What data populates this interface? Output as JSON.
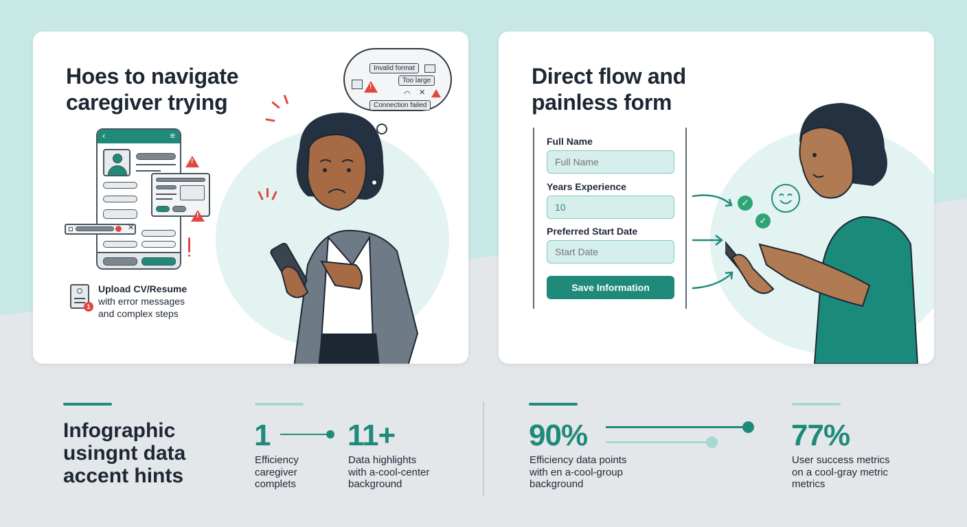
{
  "colors": {
    "accent_teal": "#1f8a7a",
    "accent_light": "#a6d8d2",
    "error_red": "#e0473f",
    "success_green": "#2ea576",
    "bg_mint": "#c8e8e6",
    "bg_gray": "#e4e7ea",
    "text_dark": "#1d2733"
  },
  "left_card": {
    "title_line1": "Hoes to navigate",
    "title_line2": "caregiver trying",
    "phone_mock": {
      "back_icon": "‹",
      "menu_icon": "≡"
    },
    "thought_bubble": {
      "chips": [
        "Invalid format",
        "Too large",
        "Connection failed"
      ],
      "icons": [
        "image-icon",
        "warning-icon",
        "mail-icon",
        "wifi-icon",
        "close-icon",
        "file-icon"
      ]
    },
    "upload": {
      "title": "Upload CV/Resume",
      "line2": "with error messages",
      "line3": "and complex steps",
      "badge": "1"
    }
  },
  "right_card": {
    "title_line1": "Direct flow and",
    "title_line2": "painless form",
    "form": {
      "fields": [
        {
          "label": "Full Name",
          "value": "",
          "placeholder": "Full Name"
        },
        {
          "label": "Years Experience",
          "value": "10",
          "placeholder": ""
        },
        {
          "label": "Preferred Start Date",
          "value": "",
          "placeholder": "Start Date"
        }
      ],
      "submit_label": "Save Information"
    },
    "checks": [
      "✓",
      "✓"
    ]
  },
  "stats": {
    "headline_line1": "Infographic",
    "headline_line2": "usingnt data",
    "headline_line3": "accent hints",
    "items": [
      {
        "value": "1",
        "desc_line1": "Efficiency",
        "desc_line2": "caregiver",
        "desc_line3": "complets"
      },
      {
        "value": "11+",
        "desc_line1": "Data highlights",
        "desc_line2": "with a-cool-center",
        "desc_line3": "background"
      },
      {
        "value": "90%",
        "desc_line1": "Efficiency data points",
        "desc_line2": "with en a-cool-group",
        "desc_line3": "background"
      },
      {
        "value": "77%",
        "desc_line1": "User success metrics",
        "desc_line2": "on a cool-gray metric",
        "desc_line3": "metrics"
      }
    ]
  }
}
